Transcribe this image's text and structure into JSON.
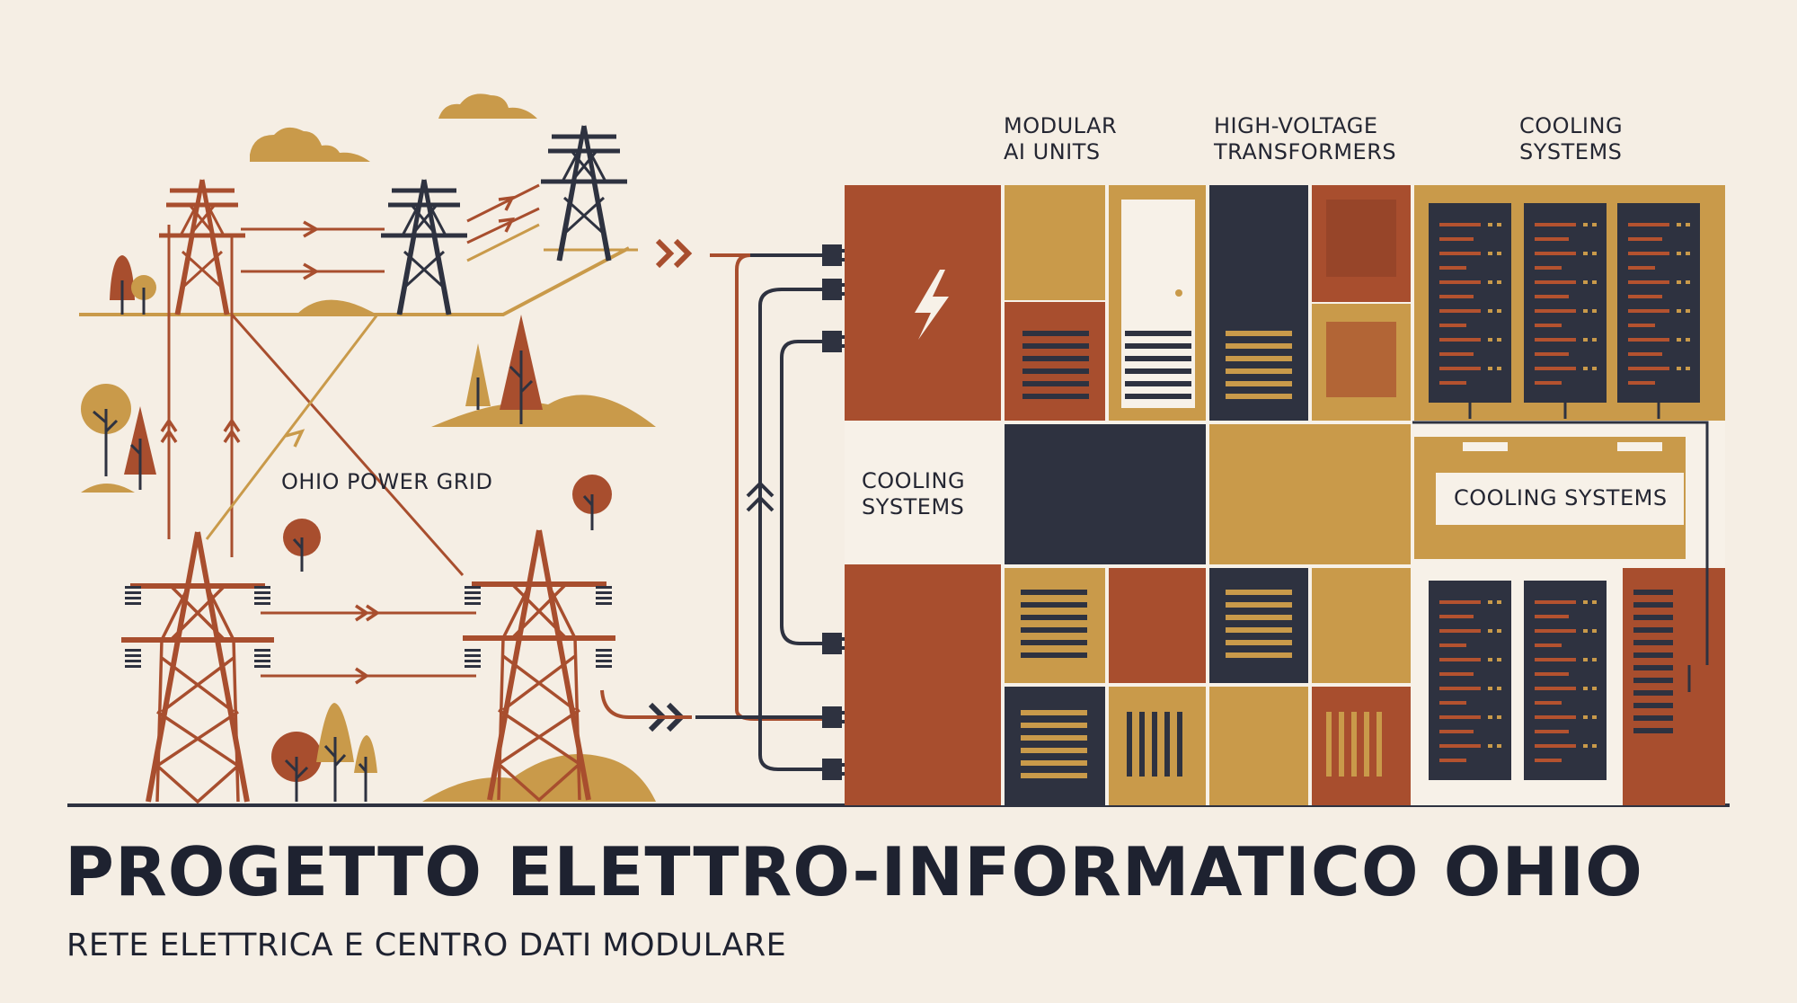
{
  "title": "PROGETTO ELETTRO-INFORMATICO OHIO",
  "subtitle": "RETE ELETTRICA E CENTRO DATI MODULARE",
  "labels": {
    "grid": "OHIO POWER GRID",
    "modular_ai_units": "MODULAR\nAI UNITS",
    "hv_transformers": "HIGH-VOLTAGE\nTRANSFORMERS",
    "cooling_top": "COOLING\nSYSTEMS",
    "cooling_left": "COOLING\nSYSTEMS",
    "cooling_box": "COOLING SYSTEMS"
  },
  "icons": [
    "lightning-bolt-icon",
    "power-plug-icon",
    "transmission-tower-icon",
    "tree-icon",
    "cloud-icon",
    "chevron-arrow-icon",
    "door-icon",
    "vent-grille-icon",
    "server-rack-icon"
  ],
  "colors": {
    "background": "#f5eee4",
    "rust": "#a84e2e",
    "ochre": "#c99a4a",
    "navy": "#2e3240",
    "cream": "#f7f1e8",
    "ink": "#1e2230"
  }
}
